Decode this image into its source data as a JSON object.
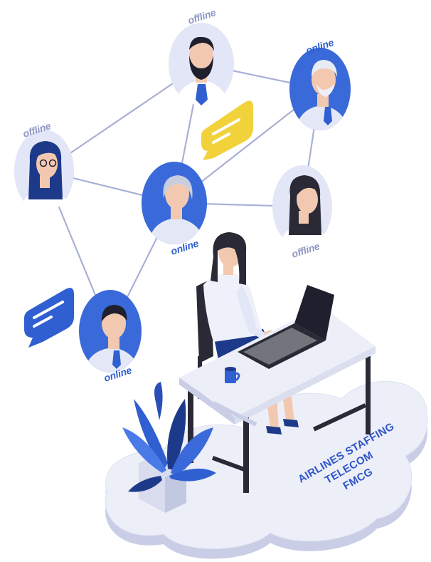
{
  "nodes": [
    {
      "id": "top",
      "status": "offline"
    },
    {
      "id": "right-top",
      "status": "online"
    },
    {
      "id": "left",
      "status": "offline"
    },
    {
      "id": "center",
      "status": "online"
    },
    {
      "id": "right-mid",
      "status": "offline"
    },
    {
      "id": "bottom",
      "status": "online"
    }
  ],
  "platform": {
    "lines": [
      "AIRLINES STAFFING",
      "TELECOM",
      "FMCG"
    ]
  },
  "colors": {
    "accent_blue": "#3a6ad9",
    "dark_blue": "#2a4fb8",
    "pale_blue": "#e2e6f6",
    "platform_top": "#eceef8",
    "platform_side": "#c9cde6",
    "chat_yellow": "#f2d23a",
    "line_gray": "#a9b0d6"
  }
}
